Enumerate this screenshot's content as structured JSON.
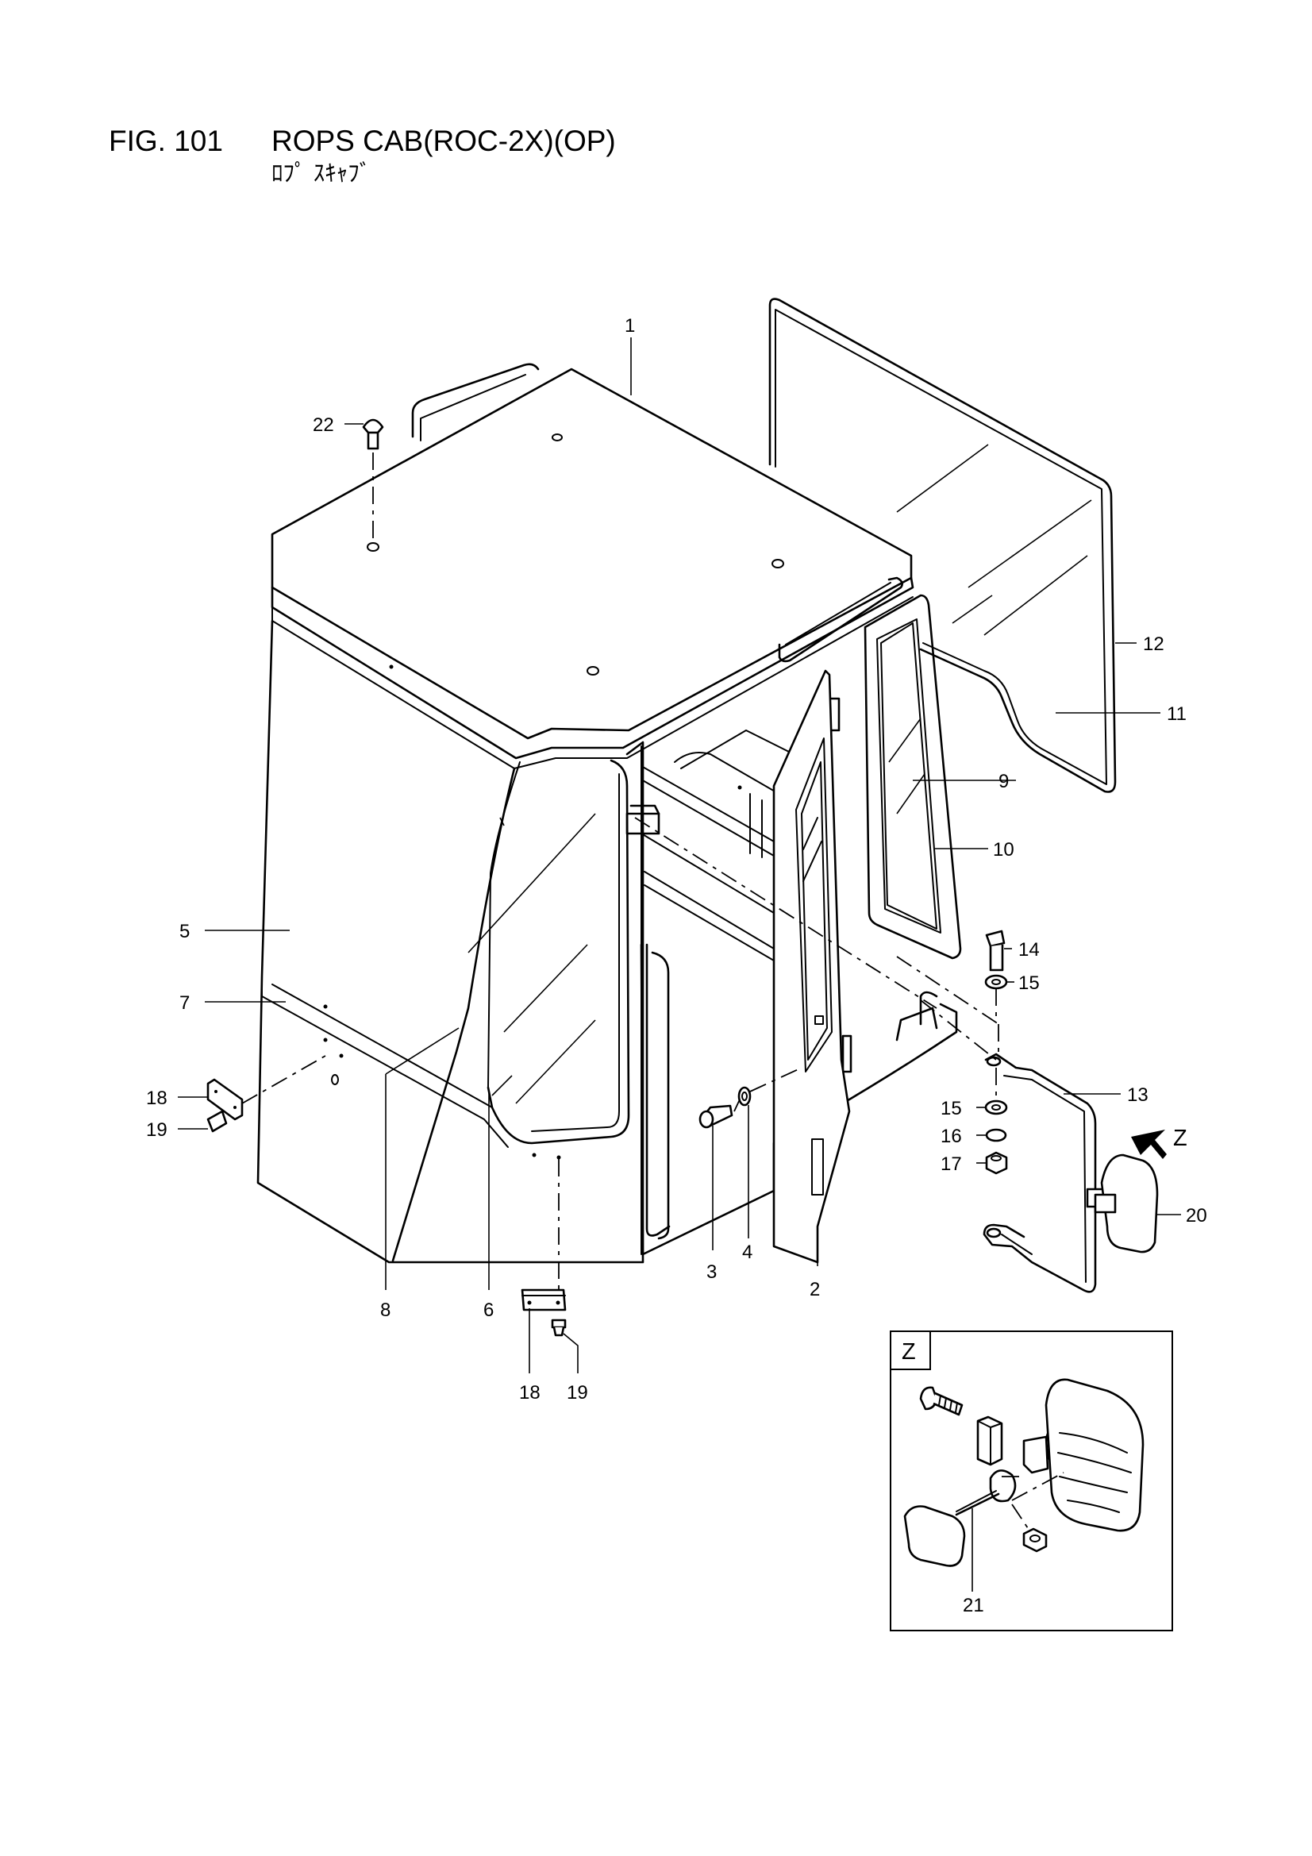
{
  "figure": {
    "number": "FIG. 101",
    "title": "ROPS CAB(ROC-2X)(OP)",
    "subtitle": "ﾛﾌﾟ ｽｷｬﾌﾞ"
  },
  "detail_view": {
    "label": "Z"
  },
  "view_arrow": {
    "label": "Z"
  },
  "callouts": [
    {
      "id": "c1",
      "label": "1"
    },
    {
      "id": "c2",
      "label": "2"
    },
    {
      "id": "c3",
      "label": "3"
    },
    {
      "id": "c4",
      "label": "4"
    },
    {
      "id": "c5",
      "label": "5"
    },
    {
      "id": "c6",
      "label": "6"
    },
    {
      "id": "c7",
      "label": "7"
    },
    {
      "id": "c8",
      "label": "8"
    },
    {
      "id": "c9",
      "label": "9"
    },
    {
      "id": "c10",
      "label": "10"
    },
    {
      "id": "c11",
      "label": "11"
    },
    {
      "id": "c12",
      "label": "12"
    },
    {
      "id": "c13",
      "label": "13"
    },
    {
      "id": "c14",
      "label": "14"
    },
    {
      "id": "c15a",
      "label": "15"
    },
    {
      "id": "c15b",
      "label": "15"
    },
    {
      "id": "c16",
      "label": "16"
    },
    {
      "id": "c17",
      "label": "17"
    },
    {
      "id": "c18a",
      "label": "18"
    },
    {
      "id": "c19a",
      "label": "19"
    },
    {
      "id": "c18b",
      "label": "18"
    },
    {
      "id": "c19b",
      "label": "19"
    },
    {
      "id": "c20",
      "label": "20"
    },
    {
      "id": "c21",
      "label": "21"
    },
    {
      "id": "c22",
      "label": "22"
    }
  ]
}
